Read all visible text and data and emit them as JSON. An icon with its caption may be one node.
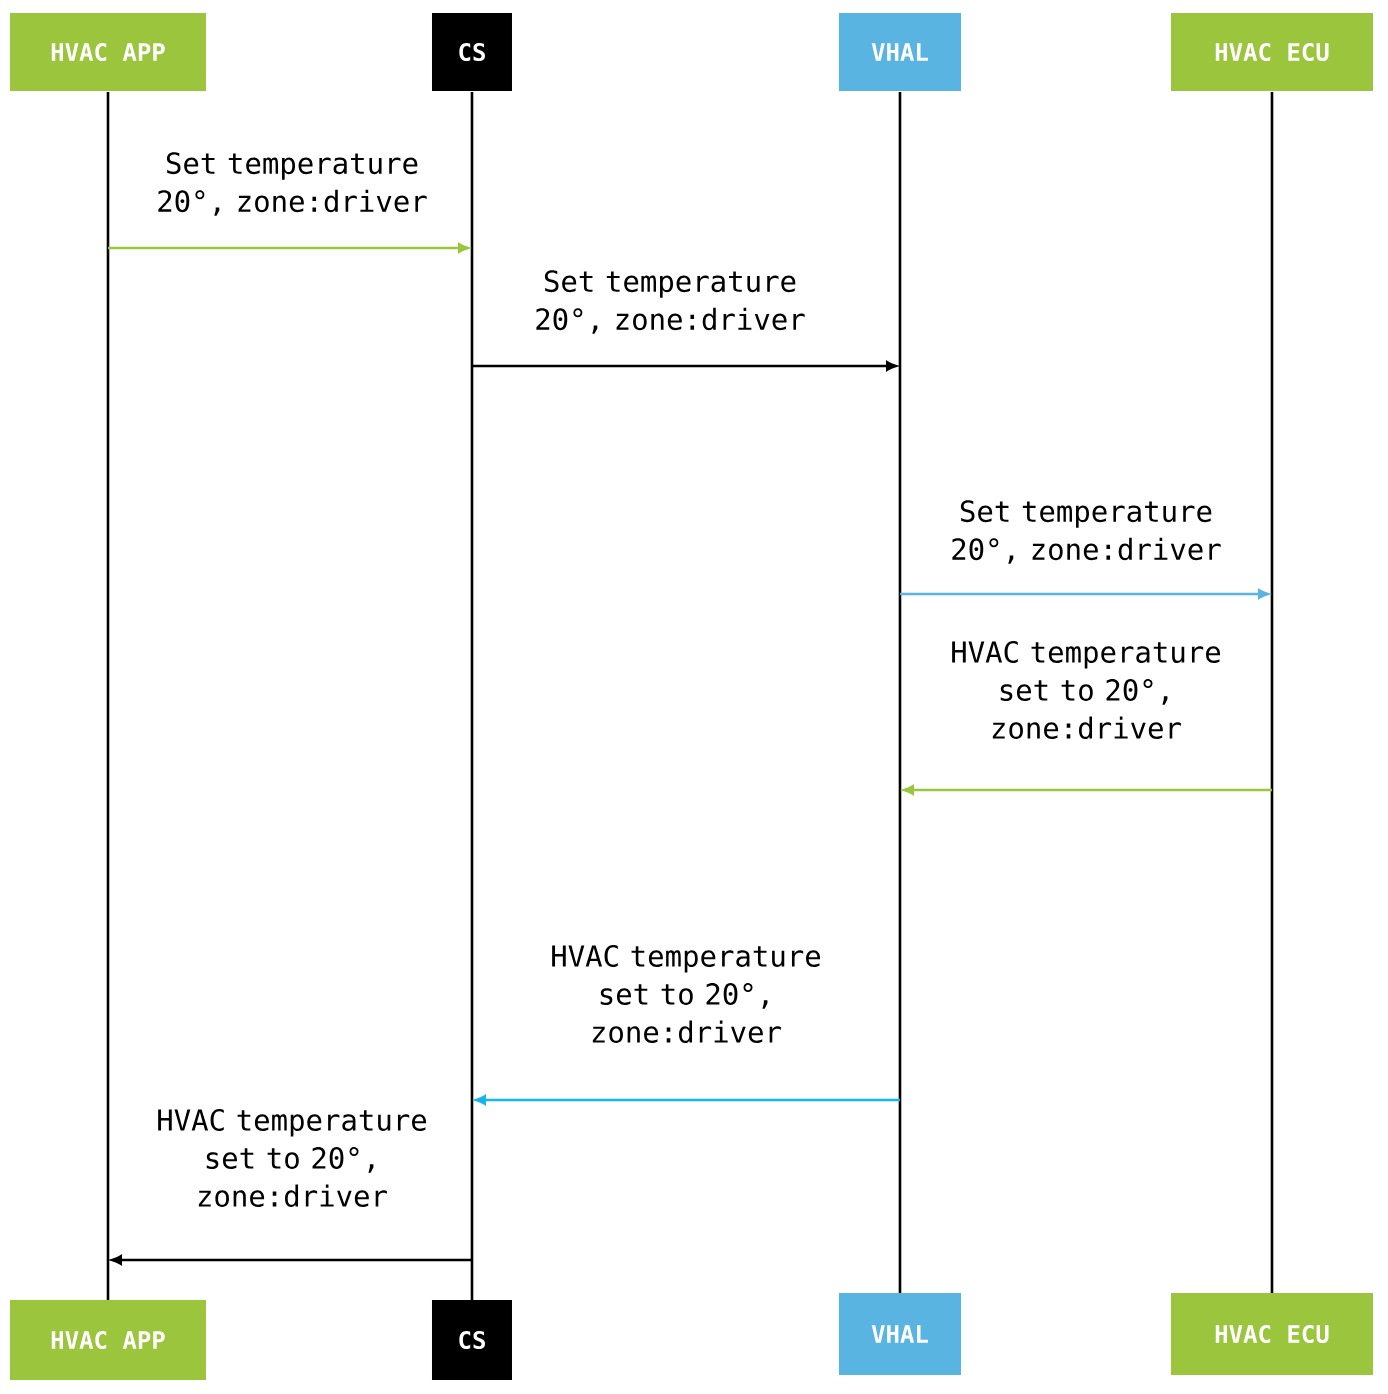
{
  "diagram": {
    "nodes": [
      {
        "text": [
          "HVAC APP"
        ]
      },
      {
        "text": [
          "CS"
        ]
      },
      {
        "text": [
          "VHAL"
        ]
      },
      {
        "text": [
          "HVAC ECU"
        ]
      },
      {
        "text": [],
        "shape": "line"
      },
      {
        "text": [],
        "shape": "line"
      },
      {
        "text": [],
        "shape": "line"
      },
      {
        "text": [],
        "shape": "line"
      },
      {
        "text": [
          "HVAC APP"
        ]
      },
      {
        "text": [
          "CS"
        ]
      },
      {
        "text": [
          "VHAL"
        ]
      },
      {
        "text": [
          "HVAC ECU"
        ]
      }
    ],
    "edges": [
      {
        "from": 4,
        "to": 5,
        "arrow": "to",
        "label": "Set temperature 20°, zone:driver",
        "color": "#9bc53d"
      },
      {
        "from": 5,
        "to": 6,
        "arrow": "to",
        "label": "Set temperature 20°, zone:driver",
        "color": "#000000"
      },
      {
        "from": 6,
        "to": 7,
        "arrow": "to",
        "label": "Set temperature 20°, zone:driver",
        "color": "#5ab4e1"
      },
      {
        "from": 7,
        "to": 6,
        "arrow": "to",
        "label": "HVAC temperature set to 20°, zone:driver",
        "color": "#9bc53d"
      },
      {
        "from": 6,
        "to": 5,
        "arrow": "to",
        "label": "HVAC temperature set to 20°, zone:driver",
        "color": "#16b5ec"
      },
      {
        "from": 5,
        "to": 4,
        "arrow": "to",
        "label": "HVAC temperature set to 20°, zone:driver",
        "color": "#000000"
      }
    ]
  }
}
